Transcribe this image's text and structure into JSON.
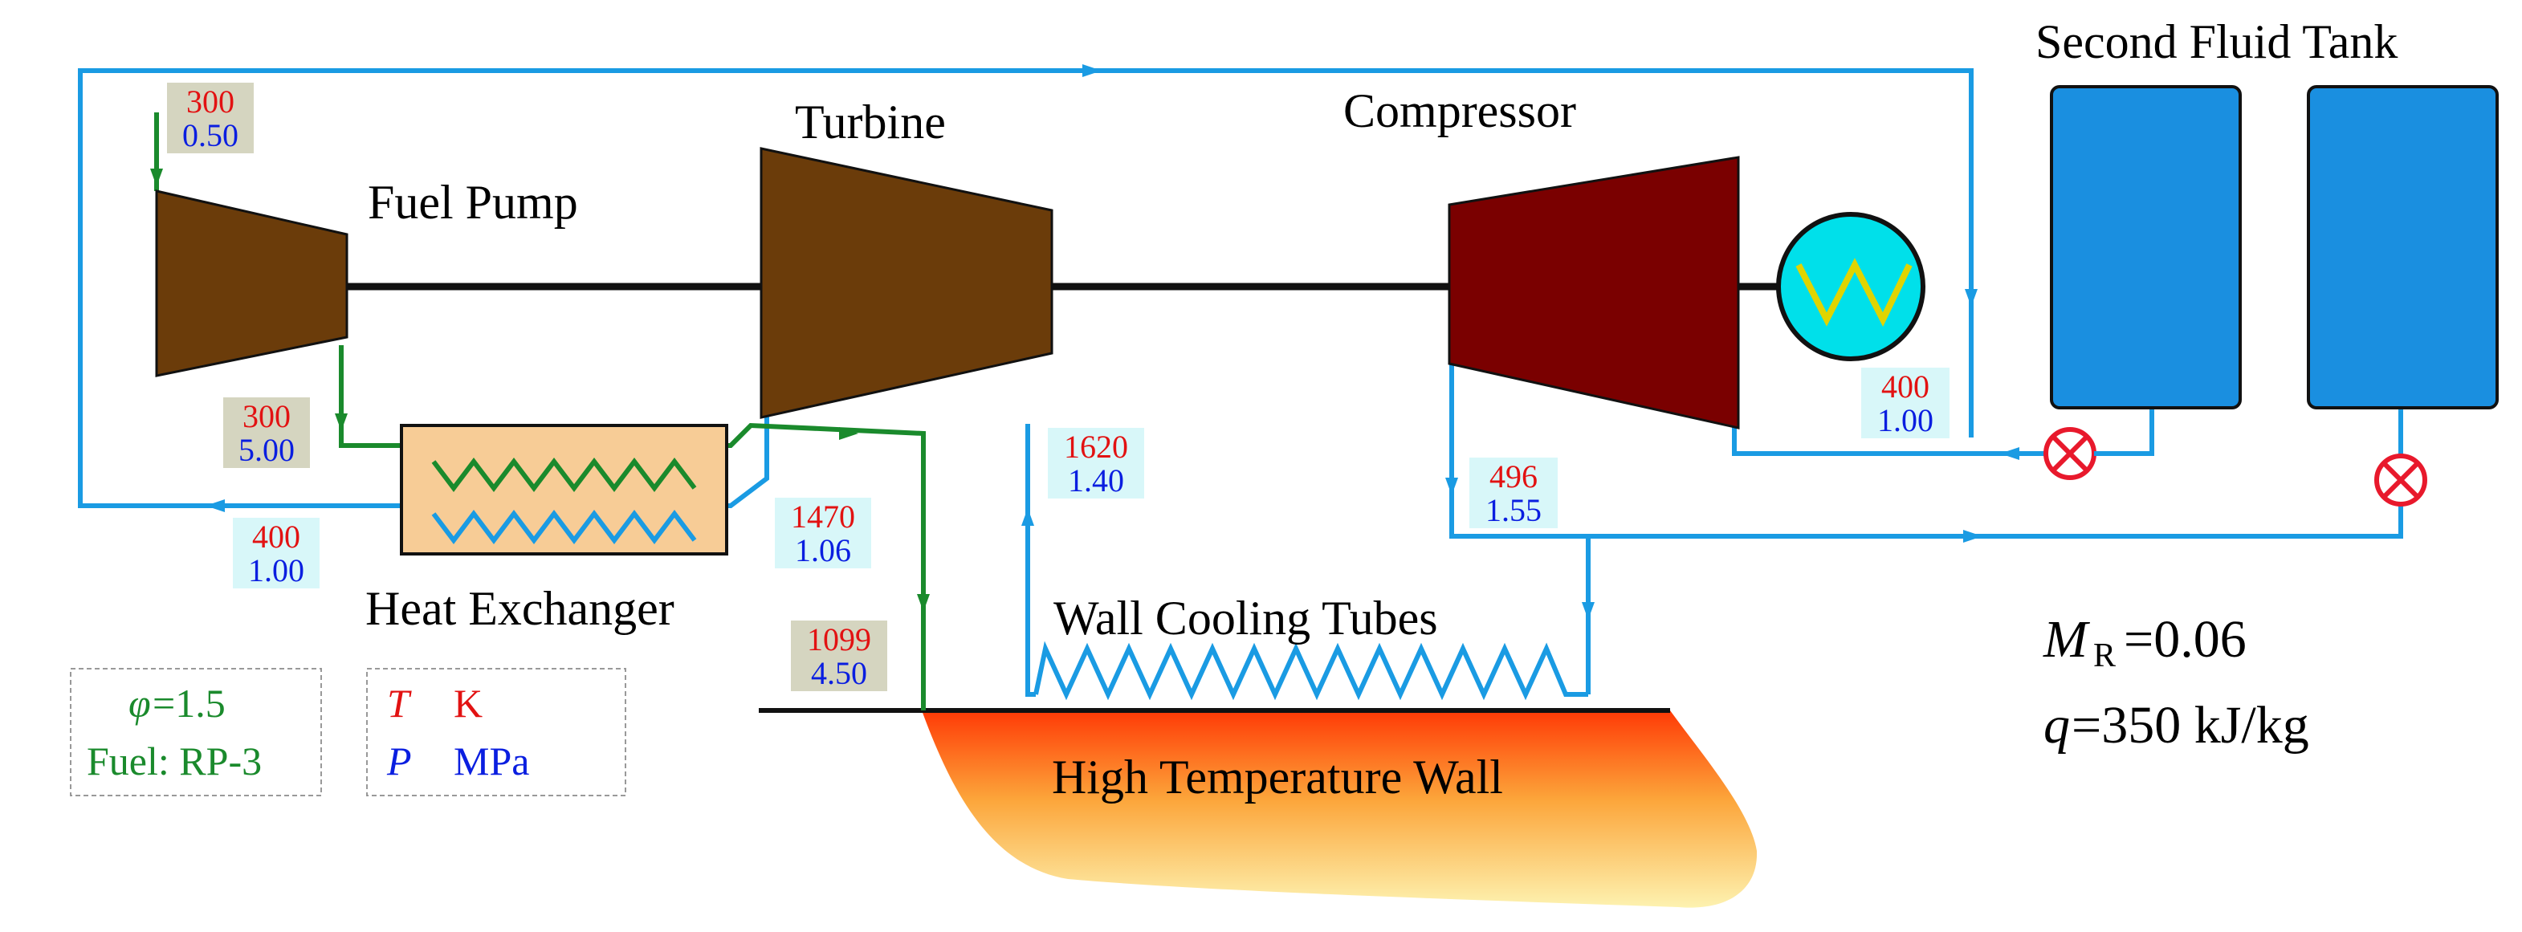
{
  "components": {
    "fuel_pump": "Fuel Pump",
    "turbine": "Turbine",
    "compressor": "Compressor",
    "tank": "Second Fluid Tank",
    "heat_exchanger": "Heat Exchanger",
    "wall_tubes": "Wall Cooling Tubes",
    "wall": "High Temperature Wall"
  },
  "states": [
    {
      "id": "pump-inlet",
      "T": "300",
      "P": "0.50"
    },
    {
      "id": "pump-outlet",
      "T": "300",
      "P": "5.00"
    },
    {
      "id": "hx-outlet-blue",
      "T": "400",
      "P": "1.00"
    },
    {
      "id": "turbine-outlet",
      "T": "1470",
      "P": "1.06"
    },
    {
      "id": "fuel-wall",
      "T": "1099",
      "P": "4.50"
    },
    {
      "id": "tubes-outlet",
      "T": "1620",
      "P": "1.40"
    },
    {
      "id": "compressor-inlet",
      "T": "400",
      "P": "1.00"
    },
    {
      "id": "compressor-outlet",
      "T": "496",
      "P": "1.55"
    }
  ],
  "legend_fuel": {
    "phi_symbol": "φ",
    "phi_value": "=1.5",
    "fuel": "Fuel: RP-3"
  },
  "legend_units": {
    "T_symbol": "T",
    "T_unit": "K",
    "P_symbol": "P",
    "P_unit": "MPa"
  },
  "params": {
    "mr_symbol": "M",
    "mr_sub": "R",
    "mr_value": "=0.06",
    "q_symbol": "q",
    "q_value": "=350 kJ/kg"
  },
  "colors": {
    "blue_line": "#1a9be3",
    "green_line": "#1a8a2c",
    "pump": "#6b3c0a",
    "turbine": "#6b3c0a",
    "compressor": "#7a0000",
    "tank": "#1a8fe0",
    "hx_fill": "#f7cc96",
    "valve": "#e8192c",
    "cooler": "#00e0ea",
    "box_gray": "#d5d5c0",
    "box_cyan": "#d8f7f9"
  }
}
